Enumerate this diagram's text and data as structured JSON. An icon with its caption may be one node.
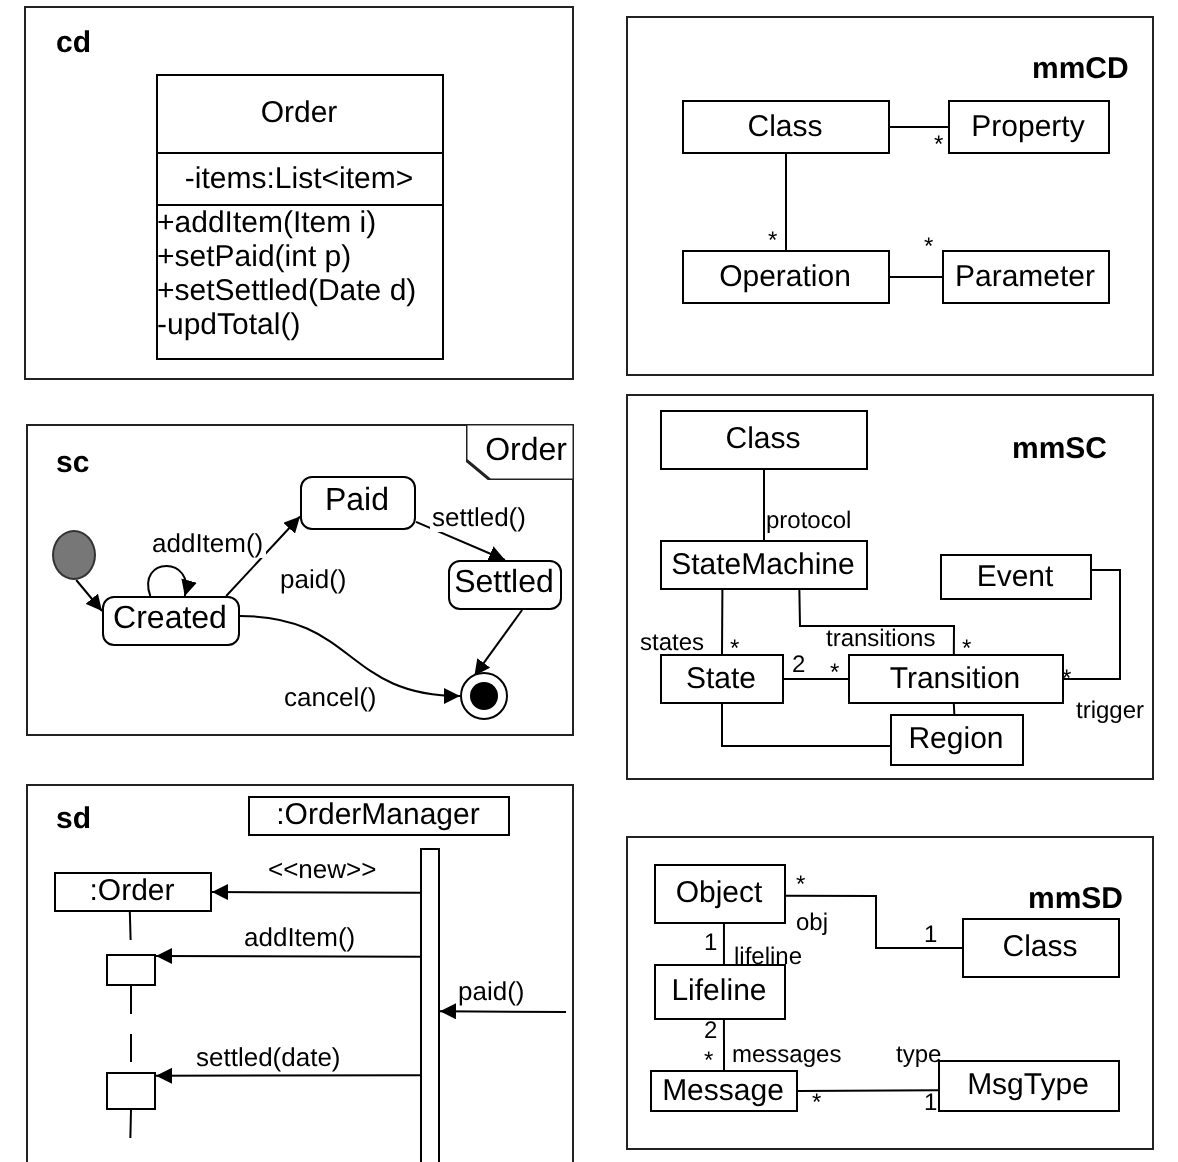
{
  "diagram": {
    "nodes": [
      {
        "text": [
          "cd"
        ]
      },
      {
        "text": [
          "Order",
          "-items:List<item>",
          "+addItem(Item i)",
          "+setPaid(int p)",
          "+setSettled(Date d)",
          "-updTotal()"
        ],
        "in": 0
      },
      {
        "text": [
          "mmCD"
        ]
      },
      {
        "text": [
          "Class"
        ],
        "in": 2
      },
      {
        "text": [
          "Property"
        ],
        "in": 2
      },
      {
        "text": [
          "Operation"
        ],
        "in": 2
      },
      {
        "text": [
          "Parameter"
        ],
        "in": 2
      },
      {
        "text": [
          "sc"
        ]
      },
      {
        "text": [
          "Order"
        ],
        "in": 7
      },
      {
        "text": [],
        "shape": "circle",
        "in": 7
      },
      {
        "text": [
          "Created"
        ],
        "in": 7
      },
      {
        "text": [
          "Paid"
        ],
        "in": 7
      },
      {
        "text": [
          "Settled"
        ],
        "in": 7
      },
      {
        "text": [],
        "shape": "circle",
        "in": 7
      },
      {
        "text": [
          "mmSC"
        ]
      },
      {
        "text": [
          "Class"
        ],
        "in": 14
      },
      {
        "text": [
          "StateMachine"
        ],
        "in": 14
      },
      {
        "text": [
          "Event"
        ],
        "in": 14
      },
      {
        "text": [
          "State"
        ],
        "in": 14
      },
      {
        "text": [
          "Transition"
        ],
        "in": 14
      },
      {
        "text": [
          "Region"
        ],
        "in": 14
      },
      {
        "text": [
          "sd"
        ]
      },
      {
        "text": [
          ":OrderManager"
        ],
        "in": 21
      },
      {
        "text": [
          ":Order"
        ],
        "in": 21
      },
      {
        "text": [],
        "shape": "bar",
        "in": 21
      },
      {
        "text": [],
        "shape": "box",
        "in": 21
      },
      {
        "text": [],
        "shape": "box",
        "in": 21
      },
      {
        "text": [
          "mmSD"
        ]
      },
      {
        "text": [
          "Object"
        ],
        "in": 27
      },
      {
        "text": [
          "Class"
        ],
        "in": 27
      },
      {
        "text": [
          "Lifeline"
        ],
        "in": 27
      },
      {
        "text": [
          "Message"
        ],
        "in": 27
      },
      {
        "text": [
          "MsgType"
        ],
        "in": 27
      }
    ],
    "edges": [
      {
        "from": 3,
        "to": 4,
        "arrow": "none"
      },
      {
        "from": 3,
        "to": 5,
        "arrow": "none"
      },
      {
        "from": 5,
        "to": 6,
        "arrow": "none"
      },
      {
        "from": 9,
        "to": 10,
        "arrow": "to"
      },
      {
        "from": 10,
        "to": 10,
        "arrow": "to",
        "label": "addItem()"
      },
      {
        "from": 10,
        "to": 11,
        "arrow": "to",
        "label": "paid()"
      },
      {
        "from": 11,
        "to": 12,
        "arrow": "to",
        "label": "settled()"
      },
      {
        "from": 12,
        "to": 13,
        "arrow": "to"
      },
      {
        "from": 10,
        "to": 13,
        "arrow": "to",
        "label": "cancel()"
      },
      {
        "from": 15,
        "to": 16,
        "arrow": "none"
      },
      {
        "from": 16,
        "to": 18,
        "arrow": "none"
      },
      {
        "from": 16,
        "to": 19,
        "arrow": "none"
      },
      {
        "from": 18,
        "to": 19,
        "arrow": "none"
      },
      {
        "from": 17,
        "to": 19,
        "arrow": "none"
      },
      {
        "from": 18,
        "to": 20,
        "arrow": "none"
      },
      {
        "from": 19,
        "to": 20,
        "arrow": "none"
      },
      {
        "from": 24,
        "to": 23,
        "arrow": "to",
        "label": "<<new>>"
      },
      {
        "from": 24,
        "to": 25,
        "arrow": "to",
        "label": "addItem()"
      },
      {
        "from": null,
        "to": 24,
        "arrow": "to",
        "label": "paid()"
      },
      {
        "from": 24,
        "to": 26,
        "arrow": "to",
        "label": "settled(date)"
      },
      {
        "from": 23,
        "to": 25,
        "arrow": "none",
        "style": "dashed"
      },
      {
        "from": 25,
        "to": 26,
        "arrow": "none",
        "style": "dashed"
      },
      {
        "from": 26,
        "to": null,
        "arrow": "none",
        "style": "dashed"
      },
      {
        "from": 28,
        "to": 29,
        "arrow": "none"
      },
      {
        "from": 28,
        "to": 30,
        "arrow": "none"
      },
      {
        "from": 30,
        "to": 31,
        "arrow": "none"
      },
      {
        "from": 31,
        "to": 32,
        "arrow": "none"
      }
    ],
    "labels": [
      "*",
      "*",
      "*",
      "protocol",
      "states",
      "*",
      "transitions",
      "*",
      "2",
      "*",
      "*",
      "trigger",
      "*",
      "obj",
      "1",
      "1",
      "lifeline",
      "2",
      "*",
      "messages",
      "type",
      "*",
      "1"
    ]
  }
}
